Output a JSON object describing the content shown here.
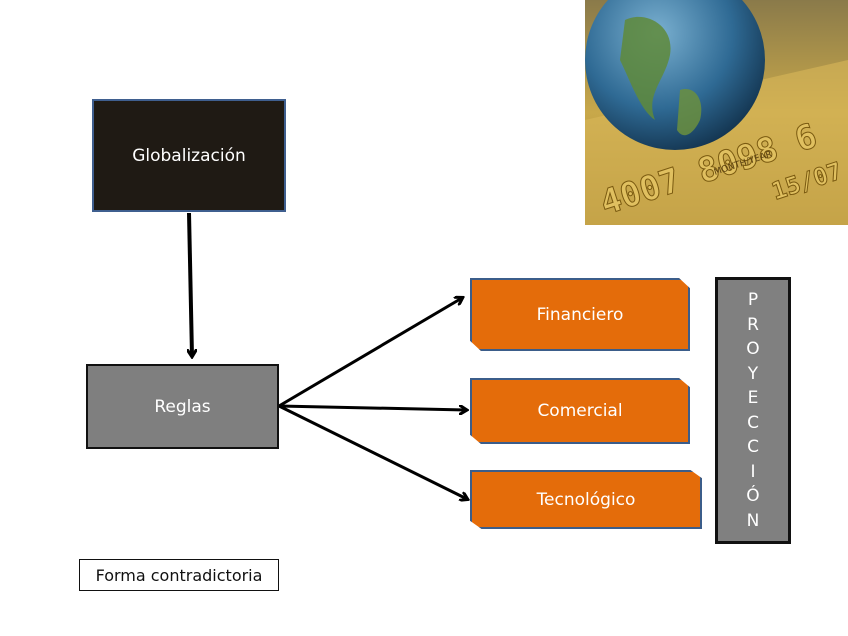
{
  "diagram": {
    "globalizacion": "Globalización",
    "reglas": "Reglas",
    "financiero": "Financiero",
    "comercial": "Comercial",
    "tecnologico": "Tecnológico",
    "proyeccion_letters": [
      "P",
      "R",
      "O",
      "Y",
      "E",
      "C",
      "C",
      "I",
      "Ó",
      "N"
    ],
    "forma": "Forma contradictoria"
  },
  "photo": {
    "card_number_text": "4007 8098 6",
    "card_expiry_text": "15/07",
    "card_small_text": "MONTH/YEAR"
  },
  "colors": {
    "orange": "#e46c0a",
    "dark": "#1f1a14",
    "gray": "#7f7f7f",
    "border_blue": "#3b5d8a"
  }
}
